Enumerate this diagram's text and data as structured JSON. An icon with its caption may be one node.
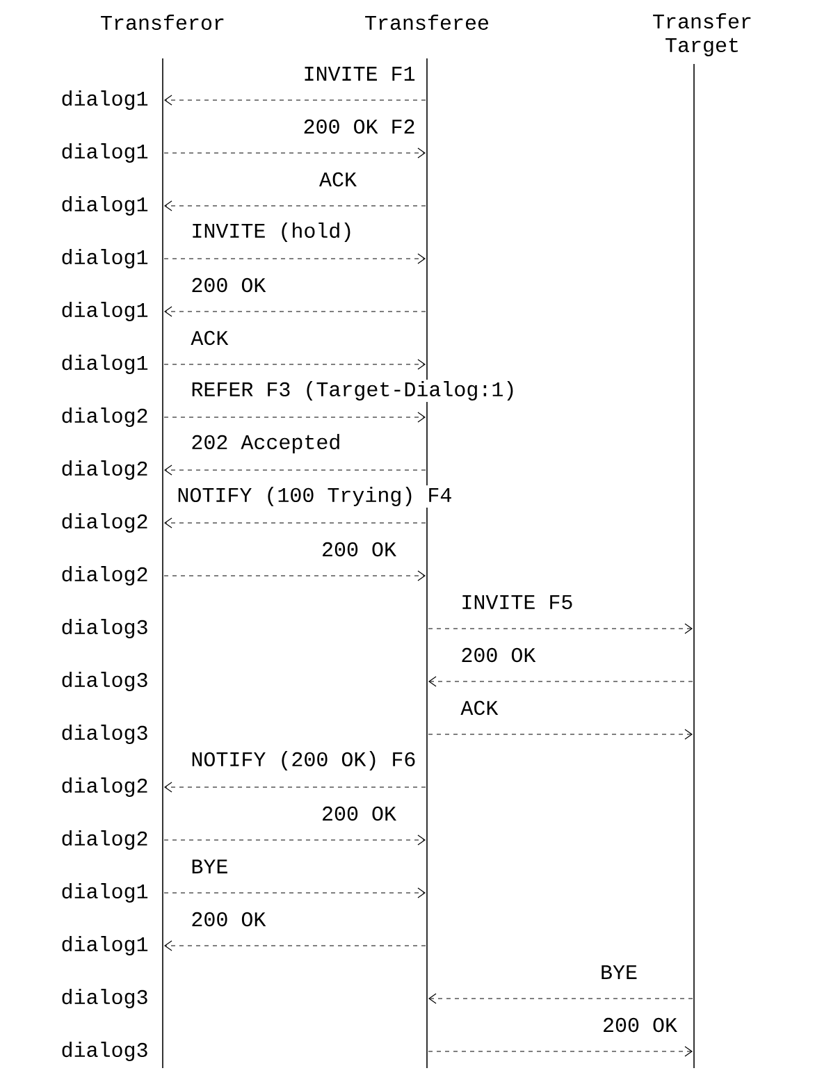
{
  "diagram": {
    "nodes": [
      {
        "text": [
          "Transferor"
        ]
      },
      {
        "text": [
          "Transferee"
        ]
      },
      {
        "text": [
          "Transfer Target"
        ]
      }
    ],
    "edges": [
      {
        "from": 1,
        "to": 0,
        "arrow": "to",
        "label": "INVITE F1",
        "style": "dashed"
      },
      {
        "from": 0,
        "to": 1,
        "arrow": "to",
        "label": "200 OK F2",
        "style": "dashed"
      },
      {
        "from": 1,
        "to": 0,
        "arrow": "to",
        "label": "ACK",
        "style": "dashed"
      },
      {
        "from": 0,
        "to": 1,
        "arrow": "to",
        "label": "INVITE (hold)",
        "style": "dashed"
      },
      {
        "from": 1,
        "to": 0,
        "arrow": "to",
        "label": "200 OK",
        "style": "dashed"
      },
      {
        "from": 0,
        "to": 1,
        "arrow": "to",
        "label": "ACK",
        "style": "dashed"
      },
      {
        "from": 0,
        "to": 1,
        "arrow": "to",
        "label": "REFER F3 (Target-Dialog:1)",
        "style": "dashed"
      },
      {
        "from": 1,
        "to": 0,
        "arrow": "to",
        "label": "202 Accepted",
        "style": "dashed"
      },
      {
        "from": 1,
        "to": 0,
        "arrow": "to",
        "label": "NOTIFY (100 Trying) F4",
        "style": "dashed"
      },
      {
        "from": 0,
        "to": 1,
        "arrow": "to",
        "label": "200 OK",
        "style": "dashed"
      },
      {
        "from": 1,
        "to": 2,
        "arrow": "to",
        "label": "INVITE F5",
        "style": "dashed"
      },
      {
        "from": 2,
        "to": 1,
        "arrow": "to",
        "label": "200 OK",
        "style": "dashed"
      },
      {
        "from": 1,
        "to": 2,
        "arrow": "to",
        "label": "ACK",
        "style": "dashed"
      },
      {
        "from": 1,
        "to": 0,
        "arrow": "to",
        "label": "NOTIFY (200 OK) F6",
        "style": "dashed"
      },
      {
        "from": 0,
        "to": 1,
        "arrow": "to",
        "label": "200 OK",
        "style": "dashed"
      },
      {
        "from": 0,
        "to": 1,
        "arrow": "to",
        "label": "BYE",
        "style": "dashed"
      },
      {
        "from": 1,
        "to": 0,
        "arrow": "to",
        "label": "200 OK",
        "style": "dashed"
      },
      {
        "from": 2,
        "to": 1,
        "arrow": "to",
        "label": "BYE",
        "style": "dashed"
      },
      {
        "from": 1,
        "to": 2,
        "arrow": "to",
        "label": "200 OK",
        "style": "dashed"
      }
    ],
    "labels": [
      "dialog1",
      "dialog1",
      "dialog1",
      "dialog1",
      "dialog1",
      "dialog1",
      "dialog2",
      "dialog2",
      "dialog2",
      "dialog2",
      "dialog3",
      "dialog3",
      "dialog3",
      "dialog2",
      "dialog2",
      "dialog1",
      "dialog1",
      "dialog3",
      "dialog3"
    ]
  }
}
